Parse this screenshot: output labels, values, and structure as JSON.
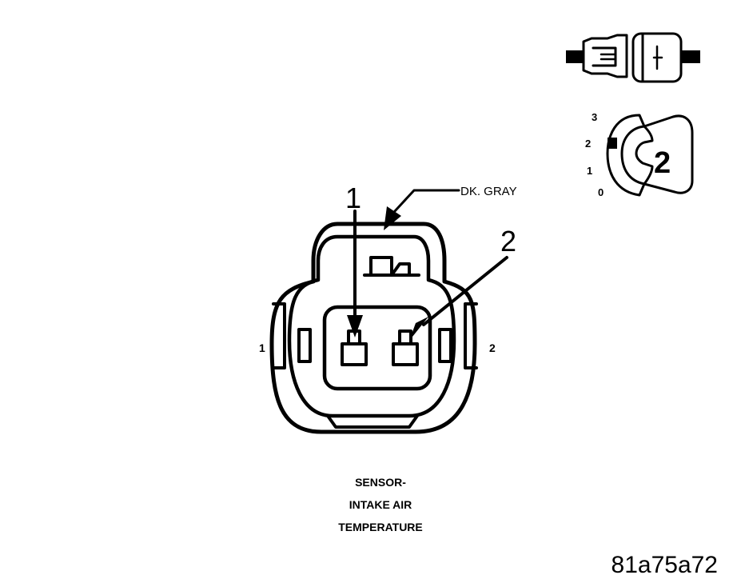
{
  "callouts": {
    "pin_1": "1",
    "pin_2": "2",
    "wire_color": "DK. GRAY"
  },
  "cavity_labels": {
    "left": "1",
    "right": "2"
  },
  "caption": {
    "line1": "SENSOR-",
    "line2": "INTAKE AIR",
    "line3": "TEMPERATURE"
  },
  "position_dial": {
    "marks": [
      "3",
      "2",
      "1",
      "0"
    ],
    "selected": "2"
  },
  "figure_id": "81a75a72",
  "icons": {
    "connector": "connector-pair-icon",
    "dial": "terminal-position-dial-icon"
  },
  "colors": {
    "ink": "#000000",
    "paper": "#ffffff"
  }
}
